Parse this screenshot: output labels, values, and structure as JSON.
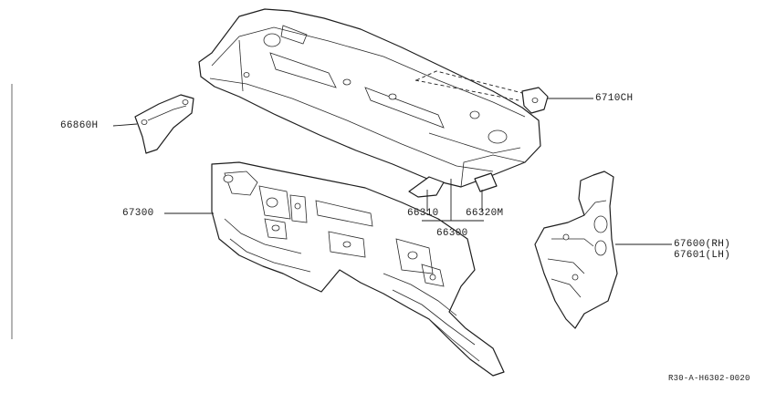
{
  "parts": {
    "bracket_left": "66860H",
    "bracket_right": "6710CH",
    "dash_panel": "67300",
    "bracket_small": "66310",
    "bracket_mid": "66320M",
    "cowl_assembly": "66300",
    "side_panel_rh": "67600(RH)",
    "side_panel_lh": "67601(LH)"
  },
  "diagram_code": "R30-A-H6302-0020"
}
